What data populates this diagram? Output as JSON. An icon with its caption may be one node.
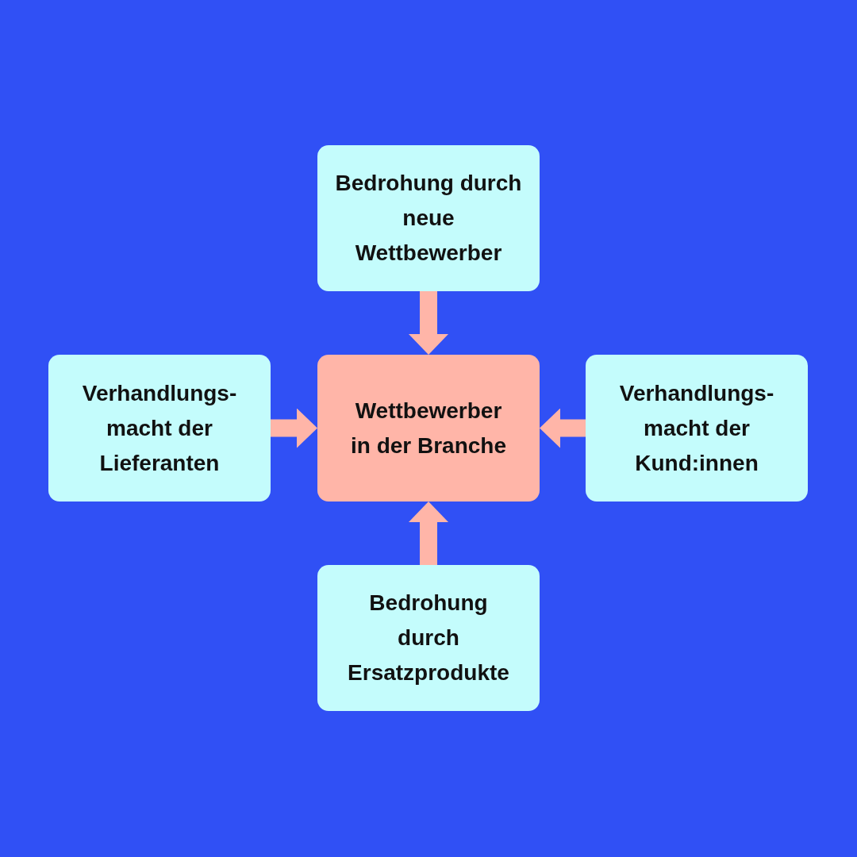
{
  "diagram": {
    "nodes": [
      {
        "text": [
          "Bedrohung durch neue Wettbewerber"
        ]
      },
      {
        "text": [
          "Verhandlungs- macht der Lieferanten"
        ]
      },
      {
        "text": [
          "Wettbewerber in der Branche"
        ]
      },
      {
        "text": [
          "Verhandlungs- macht der Kund:innen"
        ]
      },
      {
        "text": [
          "Bedrohung durch Ersatzprodukte"
        ]
      }
    ],
    "edges": [
      {
        "from": 0,
        "to": 2,
        "arrow": "to"
      },
      {
        "from": 1,
        "to": 2,
        "arrow": "to"
      },
      {
        "from": 3,
        "to": 2,
        "arrow": "to"
      },
      {
        "from": 4,
        "to": 2,
        "arrow": "to"
      }
    ]
  }
}
